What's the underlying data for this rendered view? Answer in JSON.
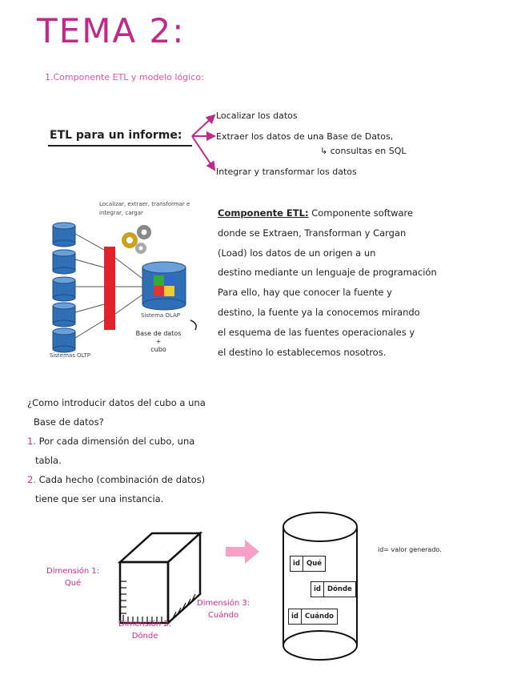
{
  "title": "TEMA 2:",
  "subtitle": "1.Componente ETL y modelo lógico:",
  "etl_label": "ETL para un informe:",
  "etl_steps": [
    "Localizar los datos",
    "Extraer los datos de una Base de Datos,",
    "↳ consultas en SQL",
    "Integrar y transformar los datos"
  ],
  "figure": {
    "caption_top": "Localizar, extraer, transformar e integrar, cargar",
    "olap_label": "Sistema OLAP",
    "oltp_label": "Sistemas OLTP",
    "db_note_line1": "Base de datos",
    "db_note_line2": "+",
    "db_note_line3": "cubo"
  },
  "component": {
    "heading": "Componente ETL:",
    "lines": [
      "Componente software",
      "donde se Extraen, Transforman y Cargan",
      "(Load) los datos de un origen a un",
      "destino mediante un lenguaje de programación",
      "Para ello, hay que conocer la fuente y",
      "destino, la fuente ya la conocemos mirando",
      "el esquema de las fuentes operacionales y",
      "el destino lo establecemos nosotros."
    ]
  },
  "question": {
    "line1": "¿Como introducir datos del cubo a una",
    "line2": "Base de datos?",
    "items": [
      {
        "num": "1.",
        "line1": "Por cada dimensión del cubo, una",
        "line2": "tabla."
      },
      {
        "num": "2.",
        "line1": "Cada hecho (combinación de datos)",
        "line2": "tiene que ser una instancia."
      }
    ]
  },
  "cube": {
    "dim1_line1": "Dimensión 1:",
    "dim1_line2": "Qué",
    "dim2_line1": "Dimensión 2:",
    "dim2_line2": "Dónde",
    "dim3_line1": "Dimensión 3:",
    "dim3_line2": "Cuándo"
  },
  "db_tables": [
    {
      "id": "id",
      "value": "Qué"
    },
    {
      "id": "id",
      "value": "Dónde"
    },
    {
      "id": "id",
      "value": "Cuándo"
    }
  ],
  "id_note": "id= valor generado.",
  "colors": {
    "title": "#c0288a",
    "accent": "#d42b8e",
    "arrow": "#f7a1c8",
    "red_bar": "#e0222a"
  }
}
